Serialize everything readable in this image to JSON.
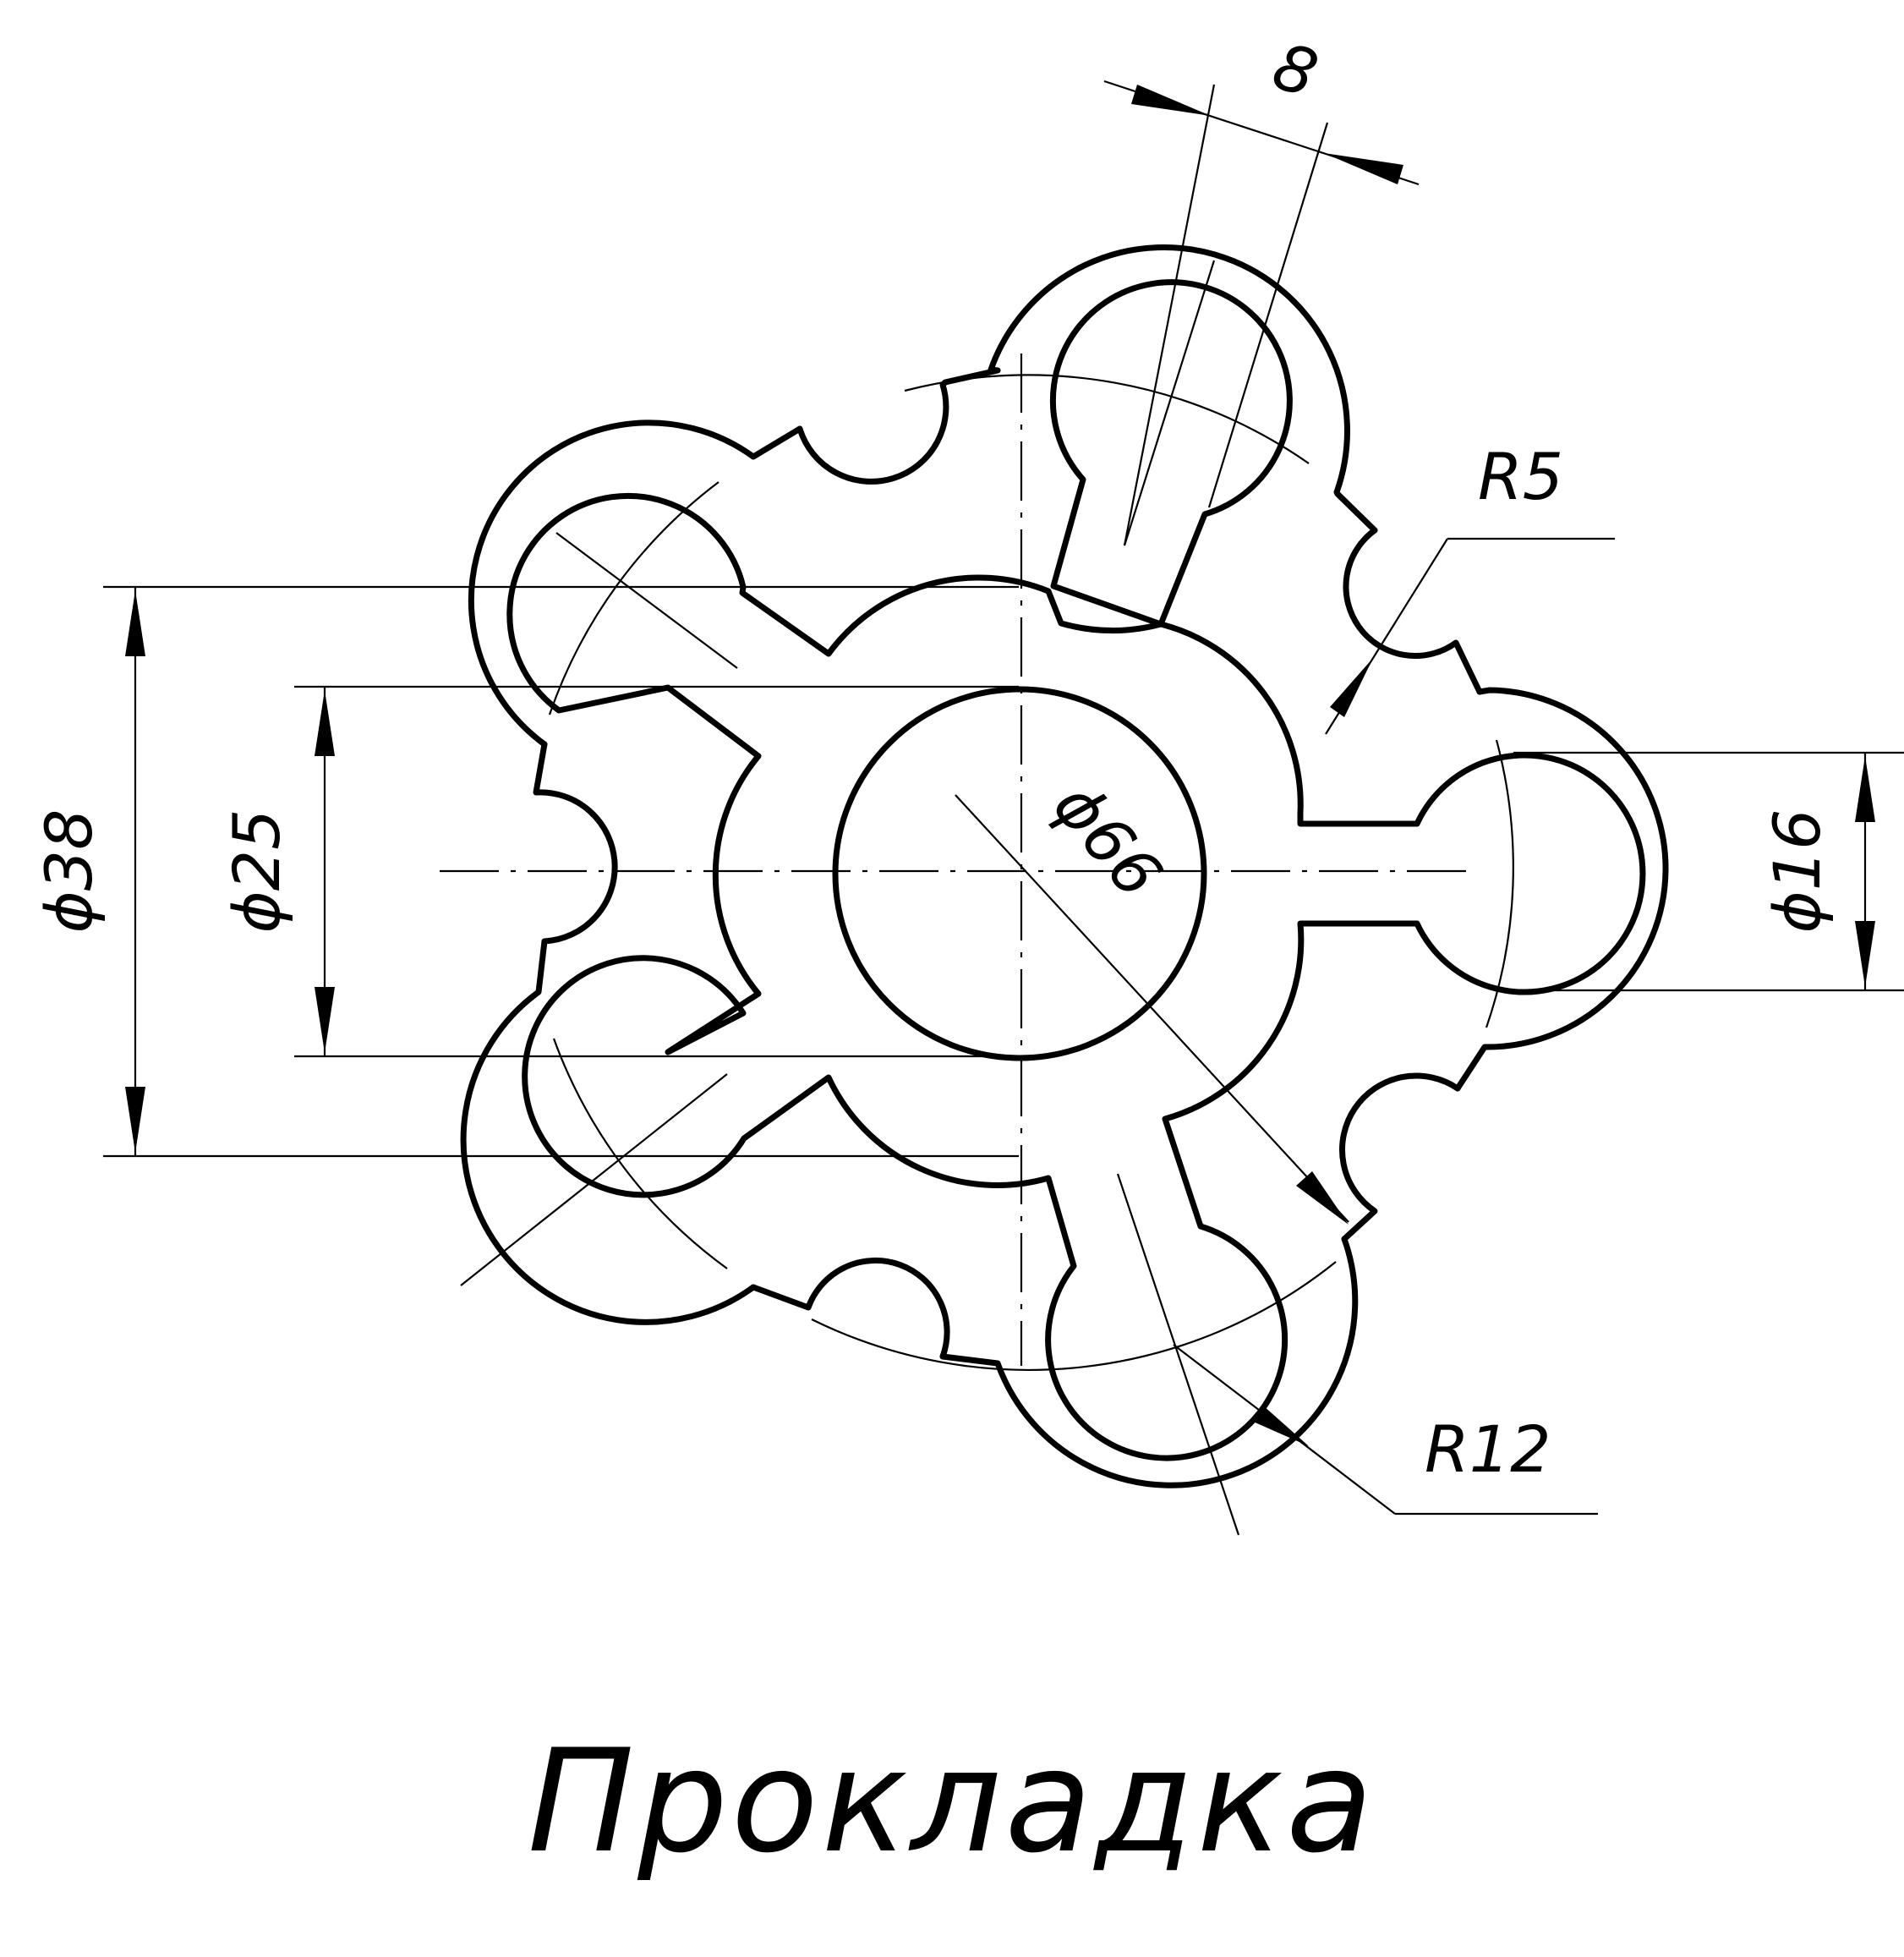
{
  "title": "Прокладка",
  "dimensions": {
    "d38": "ϕ38",
    "d25": "ϕ25",
    "d16": "ϕ16",
    "d66": "ϕ66",
    "r5": "R5",
    "r12": "R12",
    "w8": "8"
  },
  "colors": {
    "line": "#000000",
    "background": "#ffffff"
  }
}
